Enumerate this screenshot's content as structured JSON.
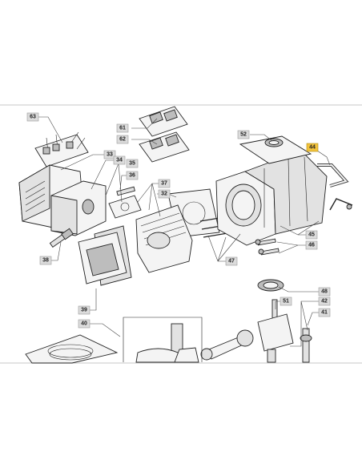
{
  "diagram": {
    "callouts": [
      {
        "id": "c63",
        "label": "63"
      },
      {
        "id": "c61",
        "label": "61"
      },
      {
        "id": "c62",
        "label": "62"
      },
      {
        "id": "c52",
        "label": "52"
      },
      {
        "id": "c44",
        "label": "44",
        "highlight": true
      },
      {
        "id": "c33",
        "label": "33"
      },
      {
        "id": "c34",
        "label": "34"
      },
      {
        "id": "c35",
        "label": "35"
      },
      {
        "id": "c36",
        "label": "36"
      },
      {
        "id": "c37",
        "label": "37"
      },
      {
        "id": "c32",
        "label": "32"
      },
      {
        "id": "c38",
        "label": "38"
      },
      {
        "id": "c39",
        "label": "39"
      },
      {
        "id": "c47",
        "label": "47"
      },
      {
        "id": "c45",
        "label": "45"
      },
      {
        "id": "c46",
        "label": "46"
      },
      {
        "id": "c48",
        "label": "48"
      },
      {
        "id": "c51",
        "label": "51"
      },
      {
        "id": "c42",
        "label": "42"
      },
      {
        "id": "c41",
        "label": "41"
      },
      {
        "id": "c40",
        "label": "40"
      }
    ],
    "colors": {
      "callout_fill": "#dcdcdc",
      "highlight_fill": "#f3c33c",
      "line": "#222222"
    }
  }
}
